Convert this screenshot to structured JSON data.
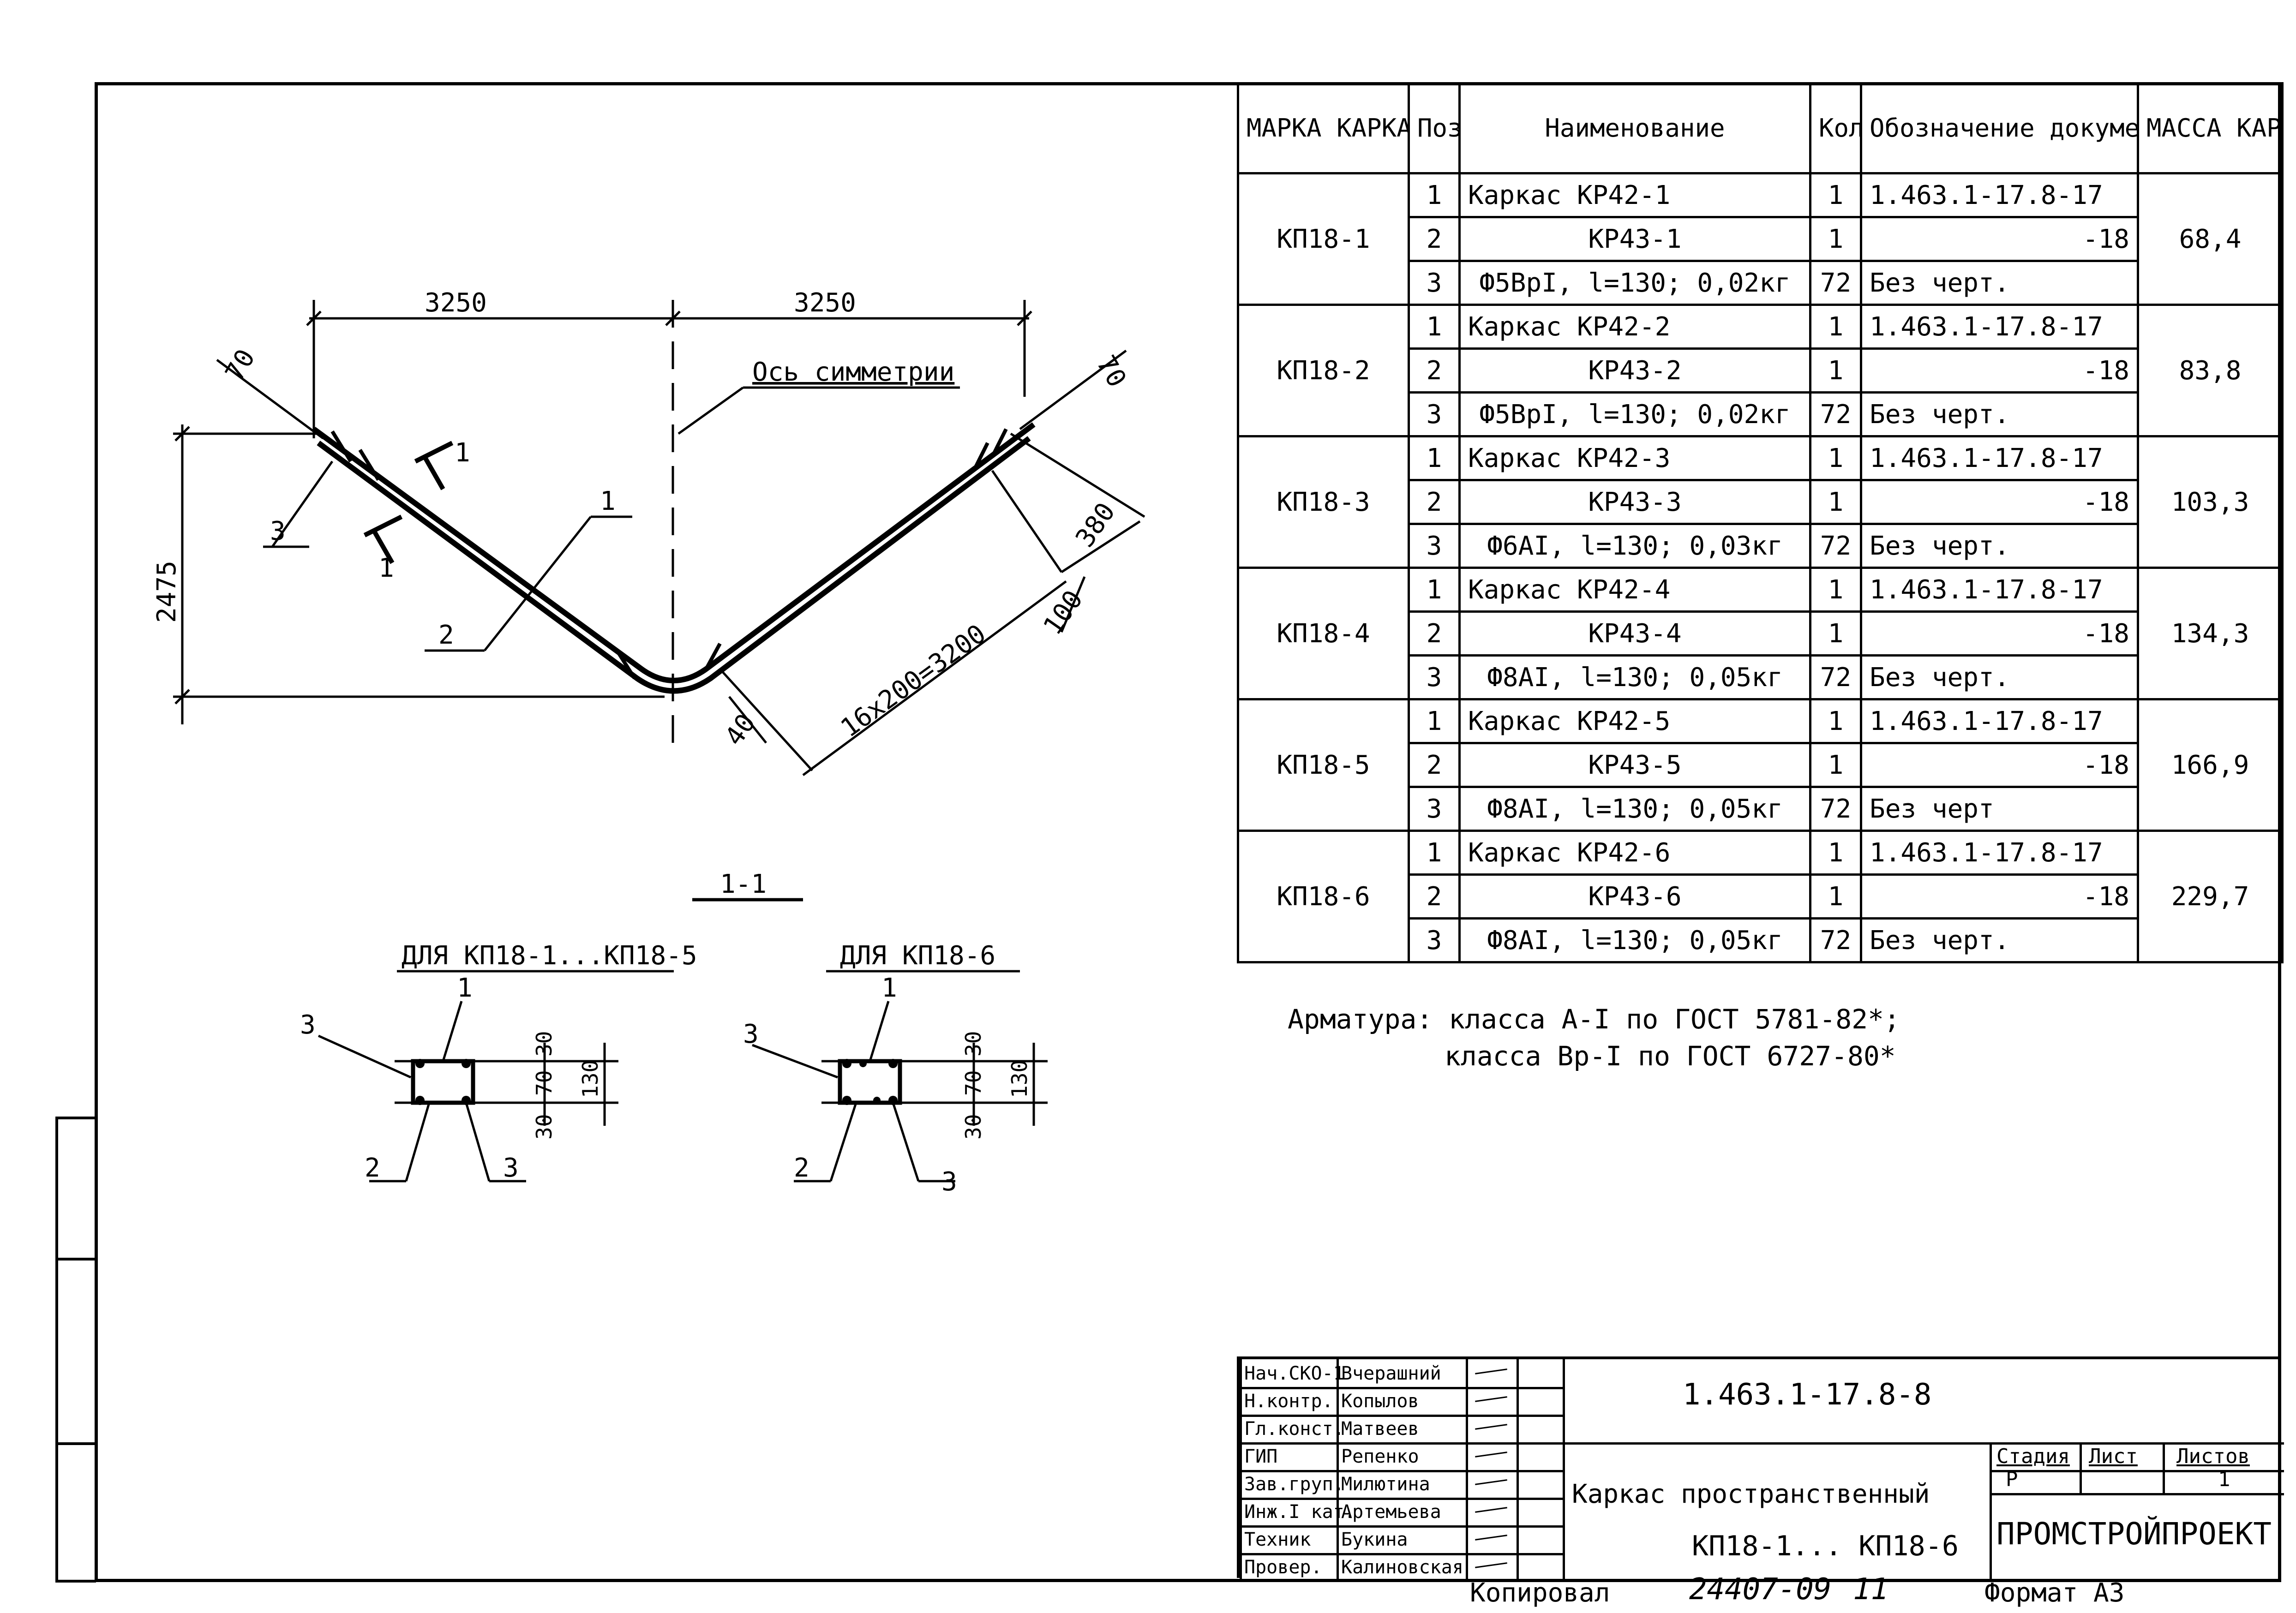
{
  "drawing": {
    "dim_left_top": "3250",
    "dim_right_top": "3250",
    "dim_height": "2475",
    "dim_70_left": "70",
    "dim_70_right": "70",
    "dim_380": "380",
    "dim_100": "100",
    "dim_40": "40",
    "dim_spacing": "16x200=3200",
    "axis_label": "Ось симметрии",
    "callout_1": "1",
    "callout_2": "2",
    "callout_3": "3",
    "section_mark": "1",
    "section_title": "1-1",
    "section_a_title": "ДЛЯ КП18-1...КП18-5",
    "section_b_title": "ДЛЯ КП18-6",
    "sec_dim_30a": "30",
    "sec_dim_70": "70",
    "sec_dim_30b": "30",
    "sec_dim_130": "130"
  },
  "spec_table": {
    "headers": [
      "МАРКА КАРКАСА",
      "Поз.",
      "Наименование",
      "Кол.",
      "Обозначение документа",
      "МАССА КАРКАСА, КГ."
    ],
    "groups": [
      {
        "mark": "КП18-1",
        "mass": "68,4",
        "rows": [
          {
            "pos": "1",
            "name": "Каркас КР42-1",
            "qty": "1",
            "doc": "1.463.1-17.8-17"
          },
          {
            "pos": "2",
            "name": "КР43-1",
            "qty": "1",
            "doc": "-18"
          },
          {
            "pos": "3",
            "name": "Ф5ВрI, l=130; 0,02кг",
            "qty": "72",
            "doc": "Без черт."
          }
        ]
      },
      {
        "mark": "КП18-2",
        "mass": "83,8",
        "rows": [
          {
            "pos": "1",
            "name": "Каркас КР42-2",
            "qty": "1",
            "doc": "1.463.1-17.8-17"
          },
          {
            "pos": "2",
            "name": "КР43-2",
            "qty": "1",
            "doc": "-18"
          },
          {
            "pos": "3",
            "name": "Ф5ВрI, l=130; 0,02кг",
            "qty": "72",
            "doc": "Без черт."
          }
        ]
      },
      {
        "mark": "КП18-3",
        "mass": "103,3",
        "rows": [
          {
            "pos": "1",
            "name": "Каркас КР42-3",
            "qty": "1",
            "doc": "1.463.1-17.8-17"
          },
          {
            "pos": "2",
            "name": "КР43-3",
            "qty": "1",
            "doc": "-18"
          },
          {
            "pos": "3",
            "name": "Ф6АI, l=130; 0,03кг",
            "qty": "72",
            "doc": "Без черт."
          }
        ]
      },
      {
        "mark": "КП18-4",
        "mass": "134,3",
        "rows": [
          {
            "pos": "1",
            "name": "Каркас КР42-4",
            "qty": "1",
            "doc": "1.463.1-17.8-17"
          },
          {
            "pos": "2",
            "name": "КР43-4",
            "qty": "1",
            "doc": "-18"
          },
          {
            "pos": "3",
            "name": "Ф8АI, l=130; 0,05кг",
            "qty": "72",
            "doc": "Без черт."
          }
        ]
      },
      {
        "mark": "КП18-5",
        "mass": "166,9",
        "rows": [
          {
            "pos": "1",
            "name": "Каркас КР42-5",
            "qty": "1",
            "doc": "1.463.1-17.8-17"
          },
          {
            "pos": "2",
            "name": "КР43-5",
            "qty": "1",
            "doc": "-18"
          },
          {
            "pos": "3",
            "name": "Ф8АI, l=130; 0,05кг",
            "qty": "72",
            "doc": "Без черт"
          }
        ]
      },
      {
        "mark": "КП18-6",
        "mass": "229,7",
        "rows": [
          {
            "pos": "1",
            "name": "Каркас КР42-6",
            "qty": "1",
            "doc": "1.463.1-17.8-17"
          },
          {
            "pos": "2",
            "name": "КР43-6",
            "qty": "1",
            "doc": "-18"
          },
          {
            "pos": "3",
            "name": "Ф8АI, l=130; 0,05кг",
            "qty": "72",
            "doc": "Без черт."
          }
        ]
      }
    ]
  },
  "notes": {
    "line1": "Арматура: класса А-I по ГОСТ 5781-82*;",
    "line2": "класса Вр-I по ГОСТ 6727-80*"
  },
  "title_block": {
    "roles": [
      {
        "role": "Нач.СКО-1",
        "name": "Вчерашний"
      },
      {
        "role": "Н.контр.",
        "name": "Копылов"
      },
      {
        "role": "Гл.конст.",
        "name": "Матвеев"
      },
      {
        "role": "ГИП",
        "name": "Репенко"
      },
      {
        "role": "Зав.груп.",
        "name": "Милютина"
      },
      {
        "role": "Инж.I кат.",
        "name": "Артемьева"
      },
      {
        "role": "Техник",
        "name": "Букина"
      },
      {
        "role": "Провер.",
        "name": "Калиновская"
      }
    ],
    "doc_number": "1.463.1-17.8-8",
    "title_line1": "Каркас пространственный",
    "title_line2": "КП18-1... КП18-6",
    "stage_label": "Стадия",
    "sheet_label": "Лист",
    "sheets_label": "Листов",
    "stage_value": "Р",
    "sheets_value": "1",
    "organization": "ПРОМСТРОЙПРОЕКТ"
  },
  "footer": {
    "copied": "Копировал",
    "inv_number": "24407-09",
    "inv_sheet": "11",
    "format": "Формат А3"
  }
}
